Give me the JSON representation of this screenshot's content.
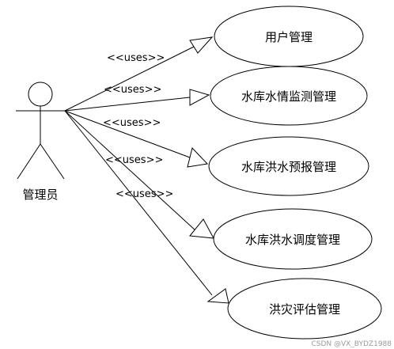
{
  "actor": {
    "name": "管理员"
  },
  "association": {
    "stereotype": "<<uses>>"
  },
  "use_cases": [
    {
      "label": "用户管理"
    },
    {
      "label": "水库水情监测管理"
    },
    {
      "label": "水库洪水预报管理"
    },
    {
      "label": "水库洪水调度管理"
    },
    {
      "label": "洪灾评估管理"
    }
  ],
  "watermark": "CSDN @VX_BYDZ1988"
}
